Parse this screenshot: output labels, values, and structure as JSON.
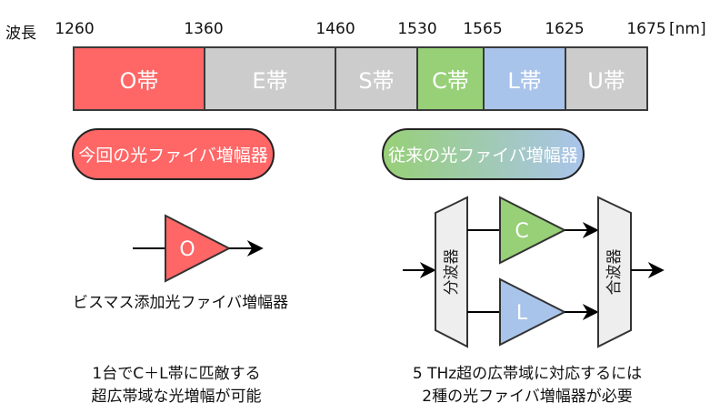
{
  "axis": {
    "label": "波長",
    "unit": "[nm]",
    "ticks": [
      "1260",
      "1360",
      "1460",
      "1530",
      "1565",
      "1625",
      "1675"
    ]
  },
  "bands": [
    {
      "label": "O帯",
      "color": "#ff6666"
    },
    {
      "label": "E帯",
      "color": "#cccccc"
    },
    {
      "label": "S帯",
      "color": "#cccccc"
    },
    {
      "label": "C帯",
      "color": "#97d077"
    },
    {
      "label": "L帯",
      "color": "#a9c4eb"
    },
    {
      "label": "U帯",
      "color": "#cccccc"
    }
  ],
  "pills": {
    "current": {
      "label": "今回の光ファイバ増幅器",
      "color": "#ff6666"
    },
    "conventional": {
      "label": "従来の光ファイバ増幅器",
      "color_start": "#97d077",
      "color_end": "#a9c4eb"
    }
  },
  "left_diagram": {
    "amp_label": "O",
    "amp_color": "#ff6666",
    "caption": "ビスマス添加光ファイバ増幅器"
  },
  "right_diagram": {
    "demux_label": "分波器",
    "mux_label": "合波器",
    "amp_c_label": "C",
    "amp_c_color": "#97d077",
    "amp_l_label": "L",
    "amp_l_color": "#a9c4eb"
  },
  "summary": {
    "left_line1": "1台でC＋L帯に匹敵する",
    "left_line2": "超広帯域な光増幅が可能",
    "right_line1": "5 THz超の広帯域に対応するには",
    "right_line2": "2種の光ファイバ増幅器が必要"
  }
}
